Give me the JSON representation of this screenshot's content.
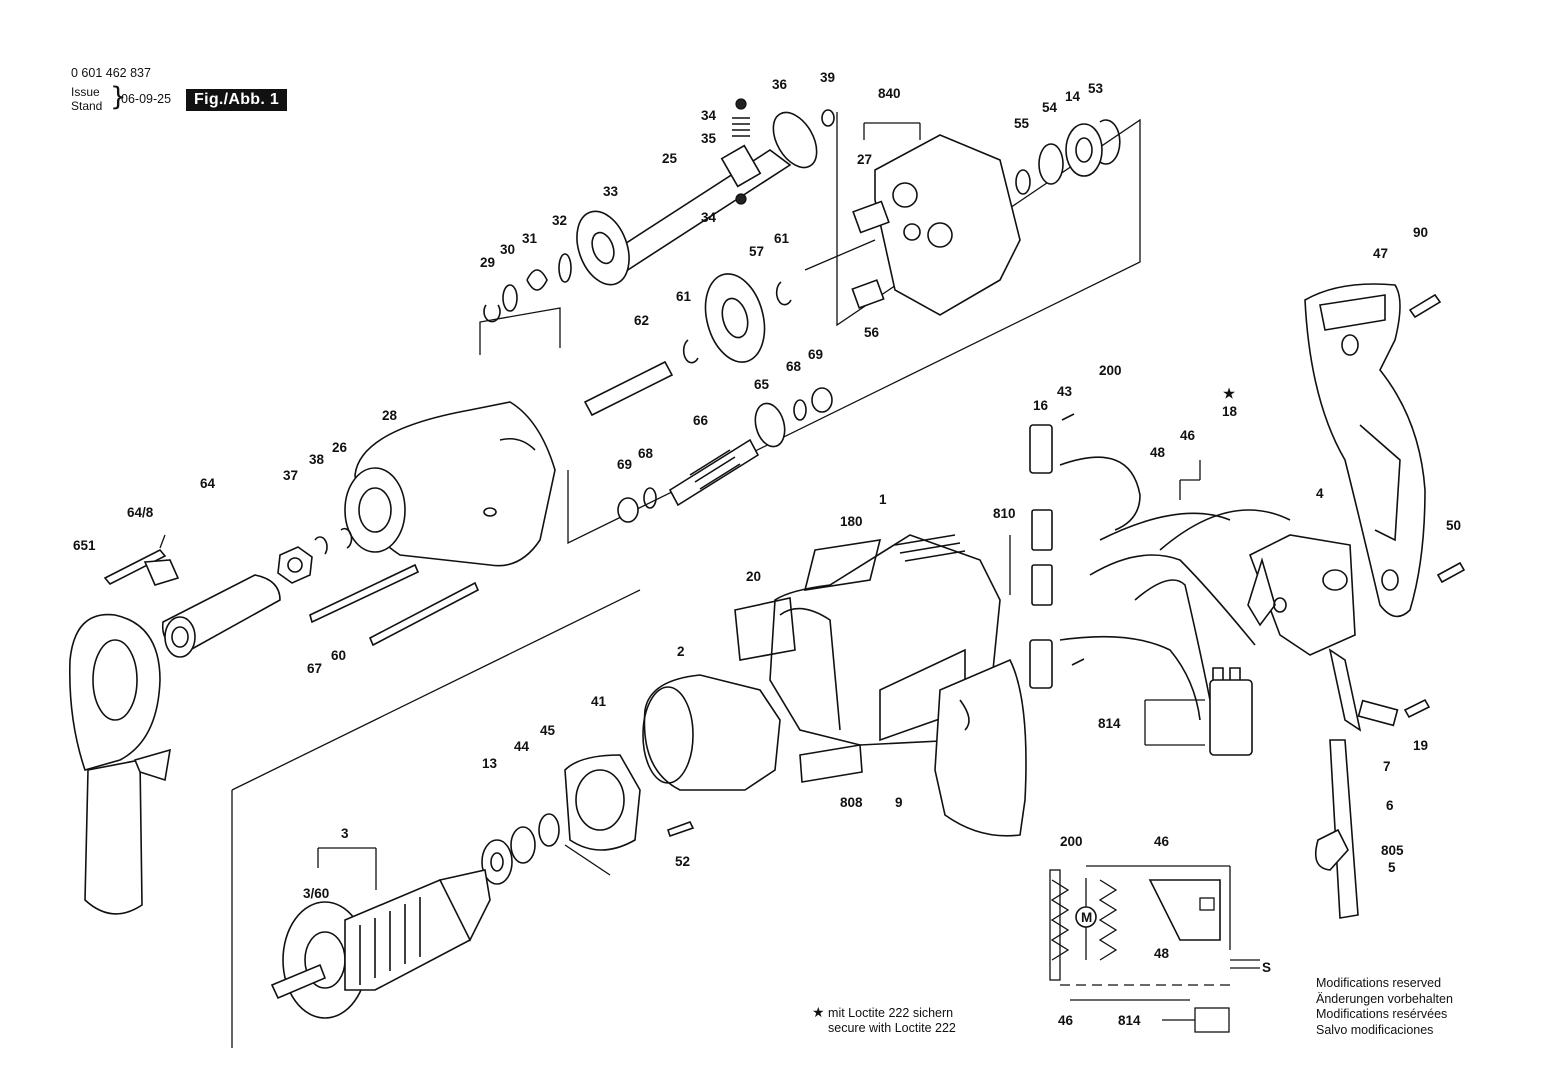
{
  "header": {
    "part_number": "0 601 462 837",
    "issue_label": "Issue",
    "stand_label": "Stand",
    "issue_date": "06-09-25",
    "figure_label": "Fig./Abb. 1"
  },
  "loctite_note": {
    "star": "★",
    "line1": "mit Loctite 222 sichern",
    "line2": "secure with Loctite 222"
  },
  "modifications_note": {
    "line1": "Modifications reserved",
    "line2": "Änderungen vorbehalten",
    "line3": "Modifications resérvées",
    "line4": "Salvo modificaciones"
  },
  "part_labels": {
    "p34a": "34",
    "p35": "35",
    "p36": "36",
    "p39": "39",
    "p840": "840",
    "p25": "25",
    "p34b": "34",
    "p33": "33",
    "p32": "32",
    "p31": "31",
    "p30": "30",
    "p29": "29",
    "p27": "27",
    "p55": "55",
    "p54": "54",
    "p14": "14",
    "p53": "53",
    "p57": "57",
    "p61a": "61",
    "p61b": "61",
    "p62": "62",
    "p56": "56",
    "p28": "28",
    "p68a": "68",
    "p69a": "69",
    "p65": "65",
    "p66": "66",
    "p69b": "69",
    "p68b": "68",
    "p64": "64",
    "p648": "64/8",
    "p651": "651",
    "p37": "37",
    "p38": "38",
    "p26": "26",
    "p67": "67",
    "p60": "60",
    "p180": "180",
    "p1": "1",
    "p20": "20",
    "p2": "2",
    "p41": "41",
    "p45": "45",
    "p44": "44",
    "p13": "13",
    "p3": "3",
    "p360": "3/60",
    "p52": "52",
    "p808": "808",
    "p9": "9",
    "p16": "16",
    "p43": "43",
    "p200": "200",
    "p810": "810",
    "p48": "48",
    "p46": "46",
    "p18": "18",
    "p4": "4",
    "p47": "47",
    "p90": "90",
    "p50": "50",
    "p814": "814",
    "p7": "7",
    "p19": "19",
    "p6": "6",
    "p805": "805",
    "p5": "5",
    "s200": "200",
    "s46": "46",
    "s48": "48",
    "s814": "814",
    "s46b": "46",
    "sM": "M",
    "sS": "S"
  }
}
